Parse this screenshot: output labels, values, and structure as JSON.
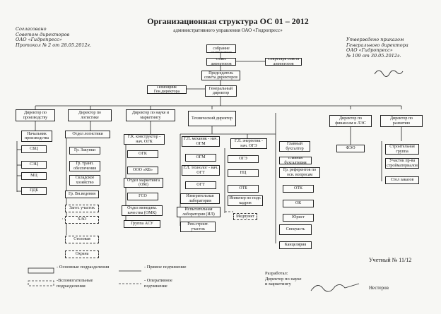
{
  "title": {
    "main": "Организационная структура ОС 01 – 2012",
    "sub": "административного управления ОАО «Гидропресс»"
  },
  "approval_left": {
    "line1": "Согласовано",
    "line2": "Советом директоров",
    "line3": "ОАО «Гидропресс»",
    "line4": "Протокол № 2 от 28.05.2012г."
  },
  "approval_right": {
    "line1": "Утверждено приказом",
    "line2": "Генерального директора",
    "line3": "ОАО «Гидропресс»",
    "line4": "№ 109 от 30.05.2012г."
  },
  "top": {
    "shareholders": "Общее собрание акционеров",
    "board": "Совет директоров",
    "board_secretary": "Секретарь совета директоров",
    "board_chairman": "Председатель совета директоров",
    "ceo": "Генеральный директор",
    "ceo_assistant": "Помощник Ген.директора"
  },
  "col1": {
    "head": "Директор по производству",
    "items": [
      "Начальник производства",
      "СБЦ",
      "СЭЦ",
      "МЦ",
      "ПДБ"
    ]
  },
  "col2": {
    "head": "Директор по логистике",
    "items": [
      "Отдел логистики",
      "Гр. Закупки",
      "Гр. транп. обеспечения",
      "Складское хозяйство",
      "Гр. Вн.ведения",
      "Загот. участок",
      "ХАО",
      "Столовая",
      "Охрана"
    ]
  },
  "col3": {
    "head": "Директор по науке и маркетингу",
    "items": [
      "Г.К. конструктор - нач. ОГК",
      "ОГК",
      "ООО «КБ»",
      "Отдел маркетинга (ОМ)",
      "ГСО",
      "Отдел менеджм. качества (ОМК)",
      "Группа АСУ"
    ]
  },
  "col4": {
    "head": "Технический директор",
    "left": [
      "Г.Л. механик - нач. ОГМ",
      "ОГМ",
      "Г.Л. технолог - нач. ОГТ",
      "ОГТ",
      "Измерительная лаборатория",
      "Испытательная лаборатория (ИЛ)",
      "Рем.строит. участок"
    ],
    "right": [
      "Г.Л. энергетик - нач. ОГЭ",
      "ОГЭ",
      "НЦ",
      "ОТБ",
      "Инженер по подг. кадров",
      "Медпункт"
    ]
  },
  "col5": {
    "items": [
      "Главный бухгалтер",
      "Главная бухгалтерия",
      "Гр. референтов по осн. вопросам",
      "ОТК",
      "ОК",
      "Юрист",
      "Спецчасть",
      "Канцелярия"
    ]
  },
  "col6": {
    "head": "Директор по финансам и ЛЭС",
    "items": [
      "ФЭО"
    ]
  },
  "col7": {
    "head": "Директор по развитию",
    "items": [
      "Строительная группа",
      "Участок пр-ва стройматериалов",
      "Стол заказов"
    ]
  },
  "legend": {
    "main_units": "- Основные подразделения",
    "aux_units": "-Вспомогательные подразделения",
    "direct": "- Прямое подчинение",
    "operative": "- Оперативное подчинение"
  },
  "footer": {
    "account": "Учетный № 11/12",
    "developed_line1": "Разработал:",
    "developed_line2": "Директор по науке",
    "developed_line3": "и маркетингу",
    "developer_name": "Нестеров"
  }
}
